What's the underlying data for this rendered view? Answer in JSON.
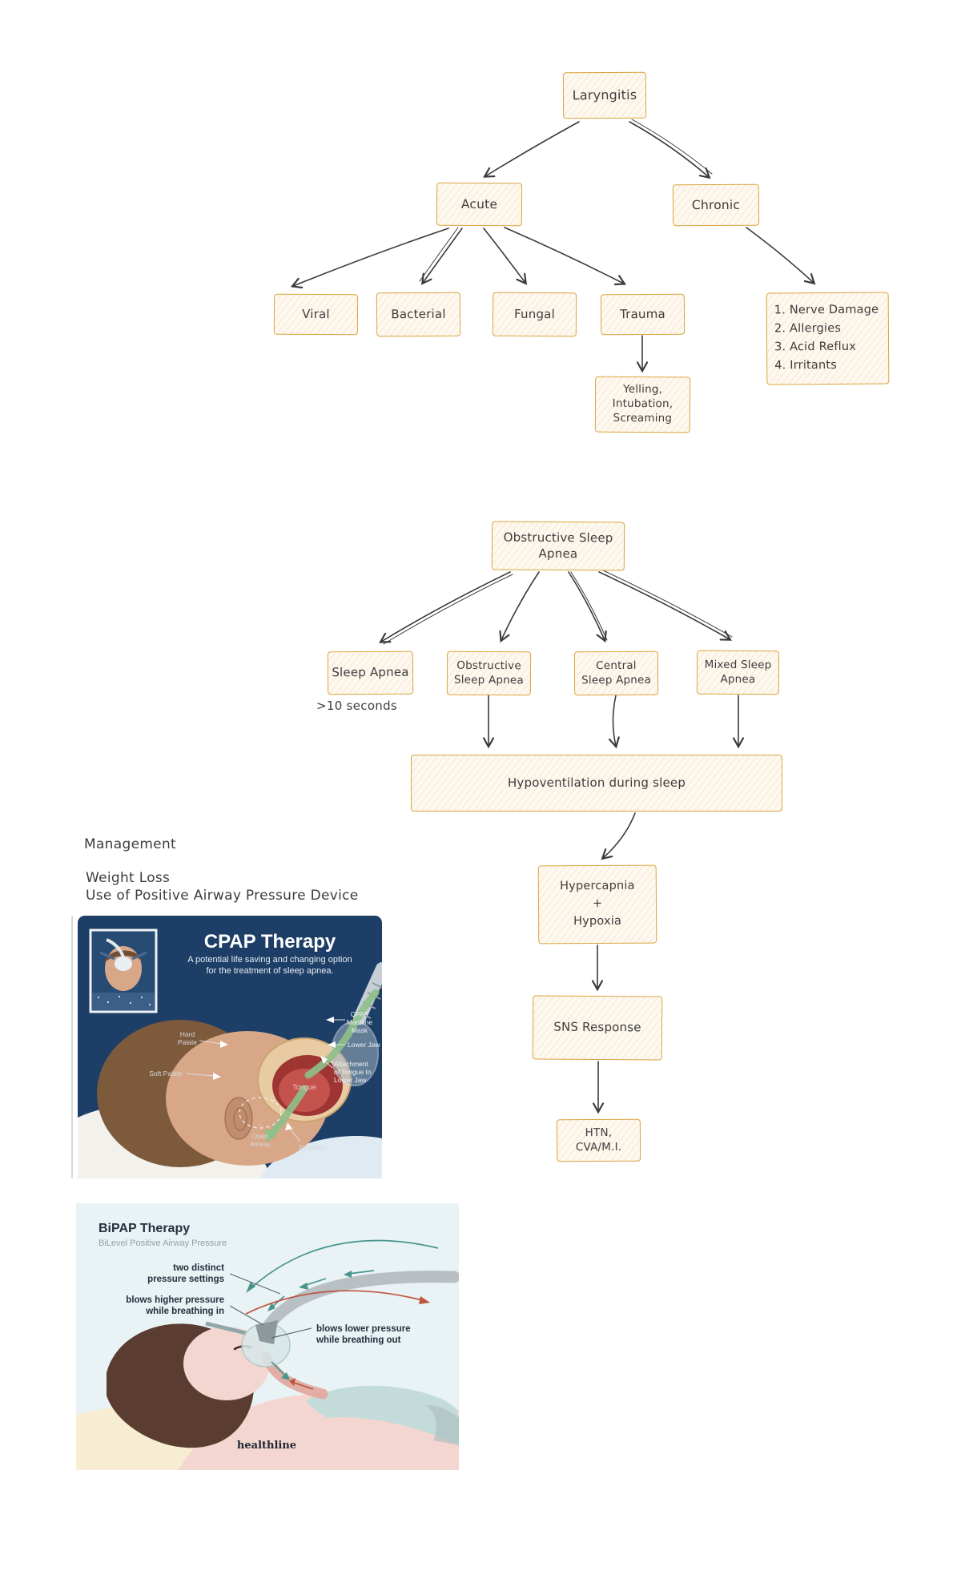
{
  "laryngitis_chart": {
    "root": "Laryngitis",
    "acute": "Acute",
    "chronic": "Chronic",
    "viral": "Viral",
    "bacterial": "Bacterial",
    "fungal": "Fungal",
    "trauma": "Trauma",
    "trauma_causes": [
      "Yelling,",
      "Intubation,",
      "Screaming"
    ],
    "chronic_causes": [
      "1. Nerve Damage",
      "2. Allergies",
      "3. Acid Reflux",
      "4. Irritants"
    ]
  },
  "osa_chart": {
    "root": [
      "Obstructive Sleep",
      "Apnea"
    ],
    "sleep_apnea": "Sleep Apnea",
    "duration_note": ">10 seconds",
    "obstructive": [
      "Obstructive",
      "Sleep Apnea"
    ],
    "central": [
      "Central",
      "Sleep Apnea"
    ],
    "mixed": [
      "Mixed Sleep",
      "Apnea"
    ],
    "hypoventilation": "Hypoventilation during sleep",
    "hypercapnia": [
      "Hypercapnia",
      "+",
      "Hypoxia"
    ],
    "sns": "SNS Response",
    "outcome": [
      "HTN,",
      "CVA/M.I."
    ]
  },
  "management": {
    "title": "Management",
    "items": [
      "Weight Loss",
      "Use of Positive Airway Pressure Device"
    ]
  },
  "cpap_figure": {
    "title": "CPAP Therapy",
    "subtitle": [
      "A potential life saving and changing option",
      "for the treatment of sleep apnea."
    ],
    "labels": {
      "mask": [
        "CPAP",
        "Machine",
        "Mask"
      ],
      "lower_jaw": "Lower Jaw",
      "attachment": [
        "Attachment",
        "of Tongue to",
        "Lower Jaw"
      ],
      "hard_palate": [
        "Hard",
        "Palate"
      ],
      "soft_palate": "Soft Palate",
      "tongue": "Tongue",
      "open_airway": [
        "Open",
        "Airway"
      ],
      "epiglottis": "Epiglottis"
    }
  },
  "bipap_figure": {
    "title": "BiPAP Therapy",
    "subtitle": "BiLevel Positive Airway Pressure",
    "labels": {
      "settings": [
        "two distinct",
        "pressure settings"
      ],
      "inhale": [
        "blows higher pressure",
        "while breathing in"
      ],
      "exhale": [
        "blows lower pressure",
        "while breathing out"
      ]
    },
    "brand": "healthline"
  },
  "colors": {
    "node_border": "#dba43e",
    "node_fill": "#fdf8f0",
    "arrow": "#3a3a3a",
    "text": "#3d3d3d",
    "cpap_bg": "#1d3e66",
    "bipap_bg": "#e9f2f5",
    "airflow_green": "#8ec08a",
    "teal": "#47958d",
    "red": "#bf5540"
  }
}
